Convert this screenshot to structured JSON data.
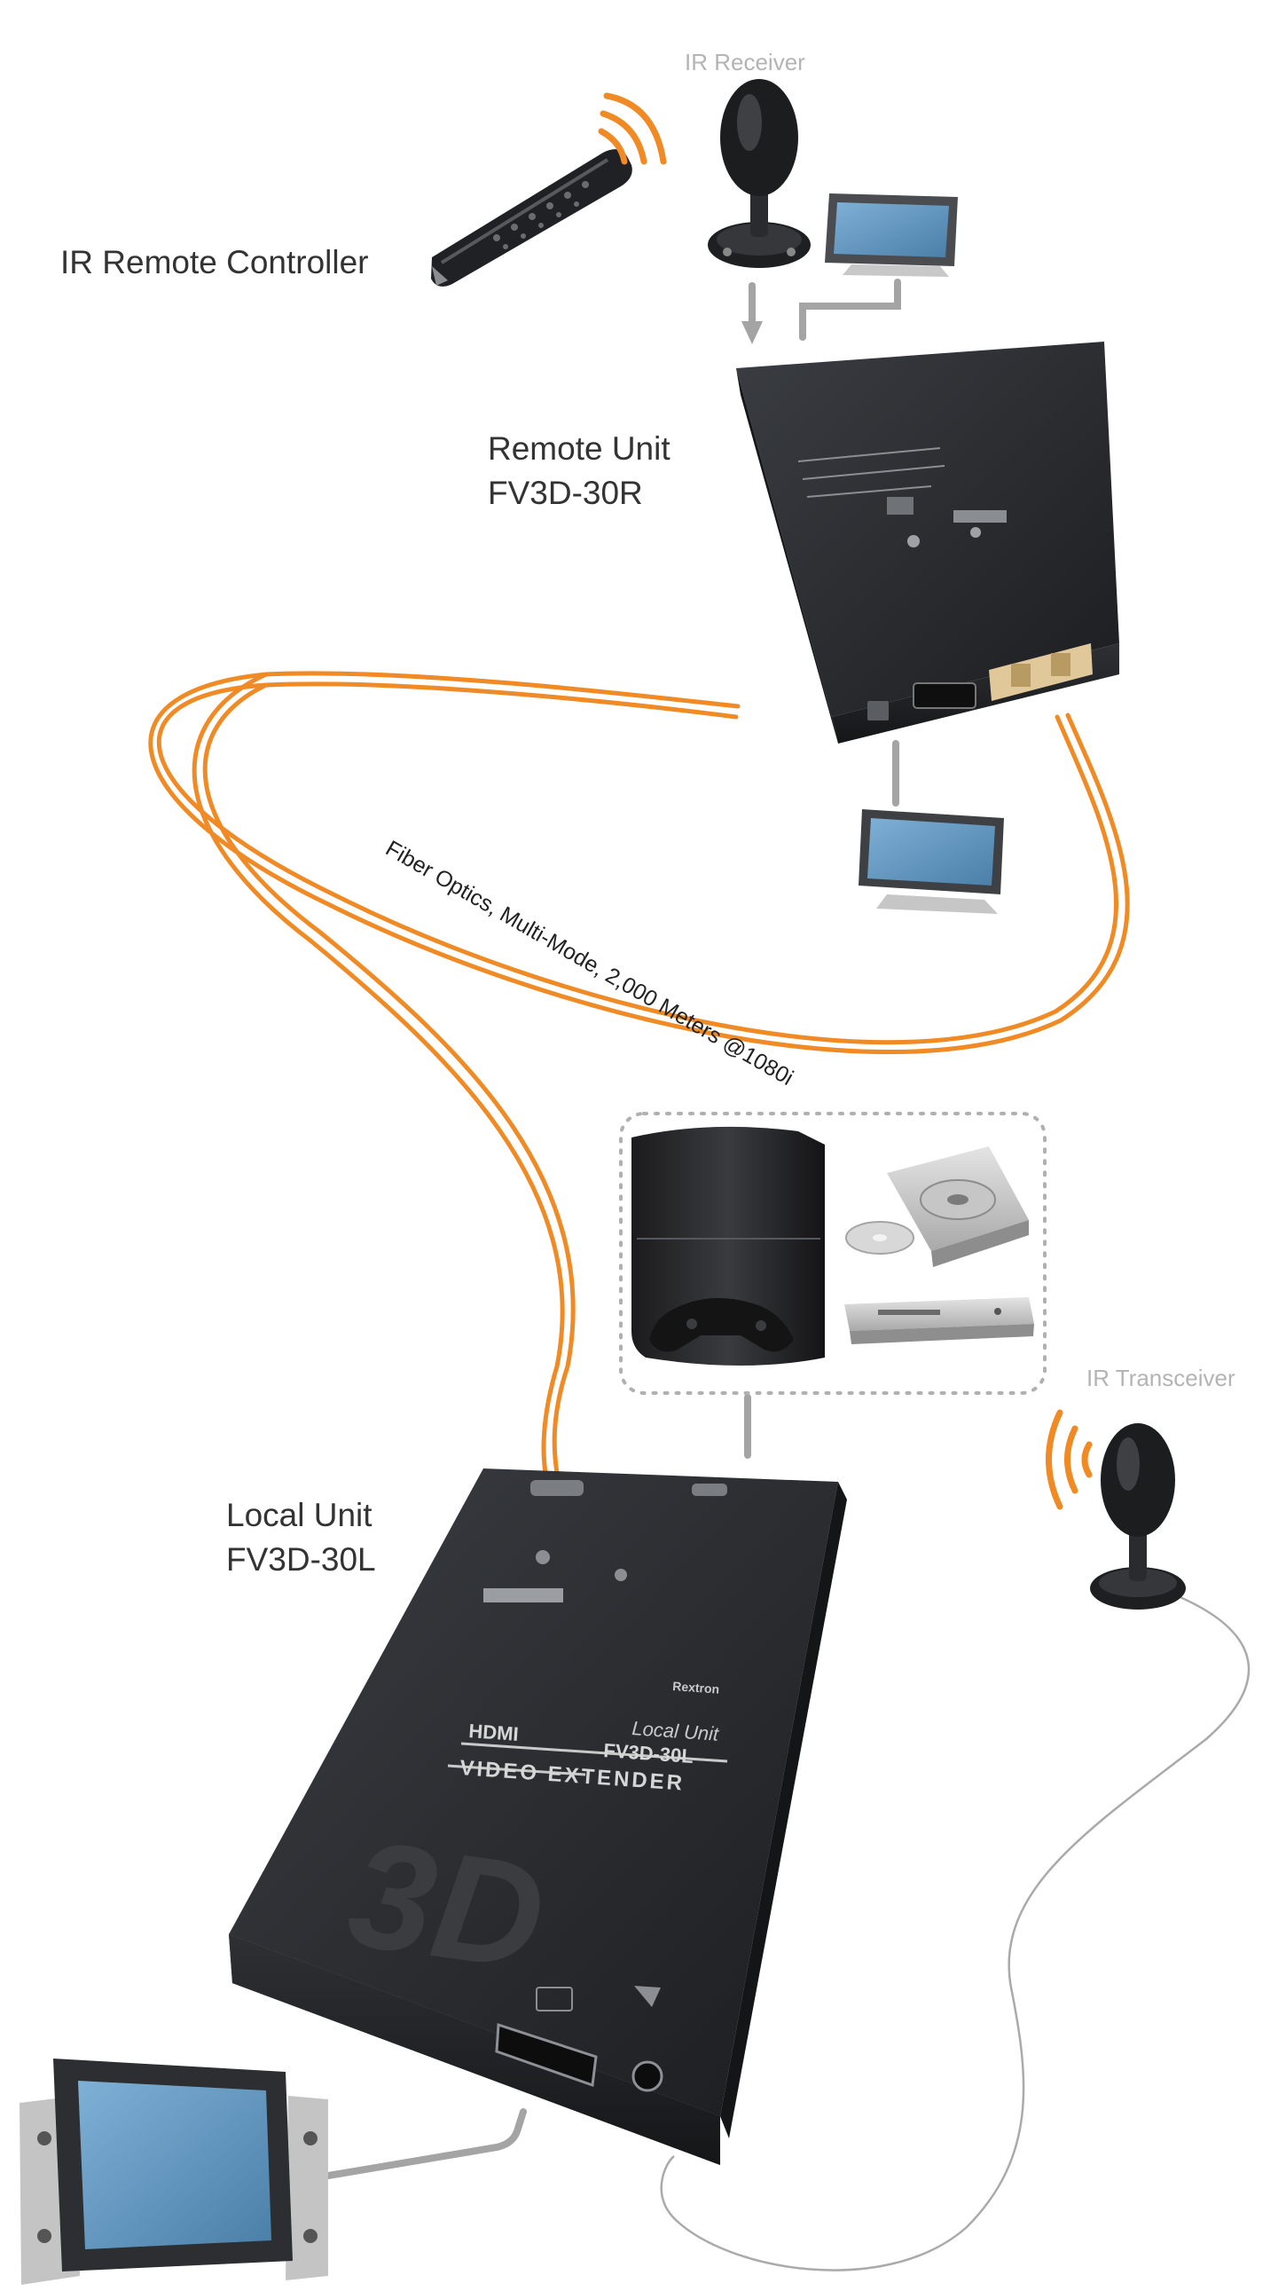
{
  "labels": {
    "ir_receiver": "IR Receiver",
    "ir_remote_controller": "IR Remote Controller",
    "remote_unit_line1": "Remote Unit",
    "remote_unit_line2": "FV3D-30R",
    "fiber_optics": "Fiber Optics, Multi-Mode,  2,000 Meters @1080i",
    "ir_transceiver": "IR Transceiver",
    "local_unit_line1": "Local Unit",
    "local_unit_line2": "FV3D-30L"
  },
  "device_text": {
    "local_brand": "Rextron",
    "local_unit_caption": "Local Unit",
    "local_hdmi": "HDMI",
    "local_model": "FV3D-30L",
    "local_video_extender": "VIDEO EXTENDER",
    "local_3d": "3D"
  },
  "colors": {
    "fiber": "#f08a24",
    "connector": "#a4a4a4",
    "device_body": "#2b2d30",
    "screen": "#5f93bc",
    "label": "#333333",
    "faint_label": "#b4b4b4"
  }
}
